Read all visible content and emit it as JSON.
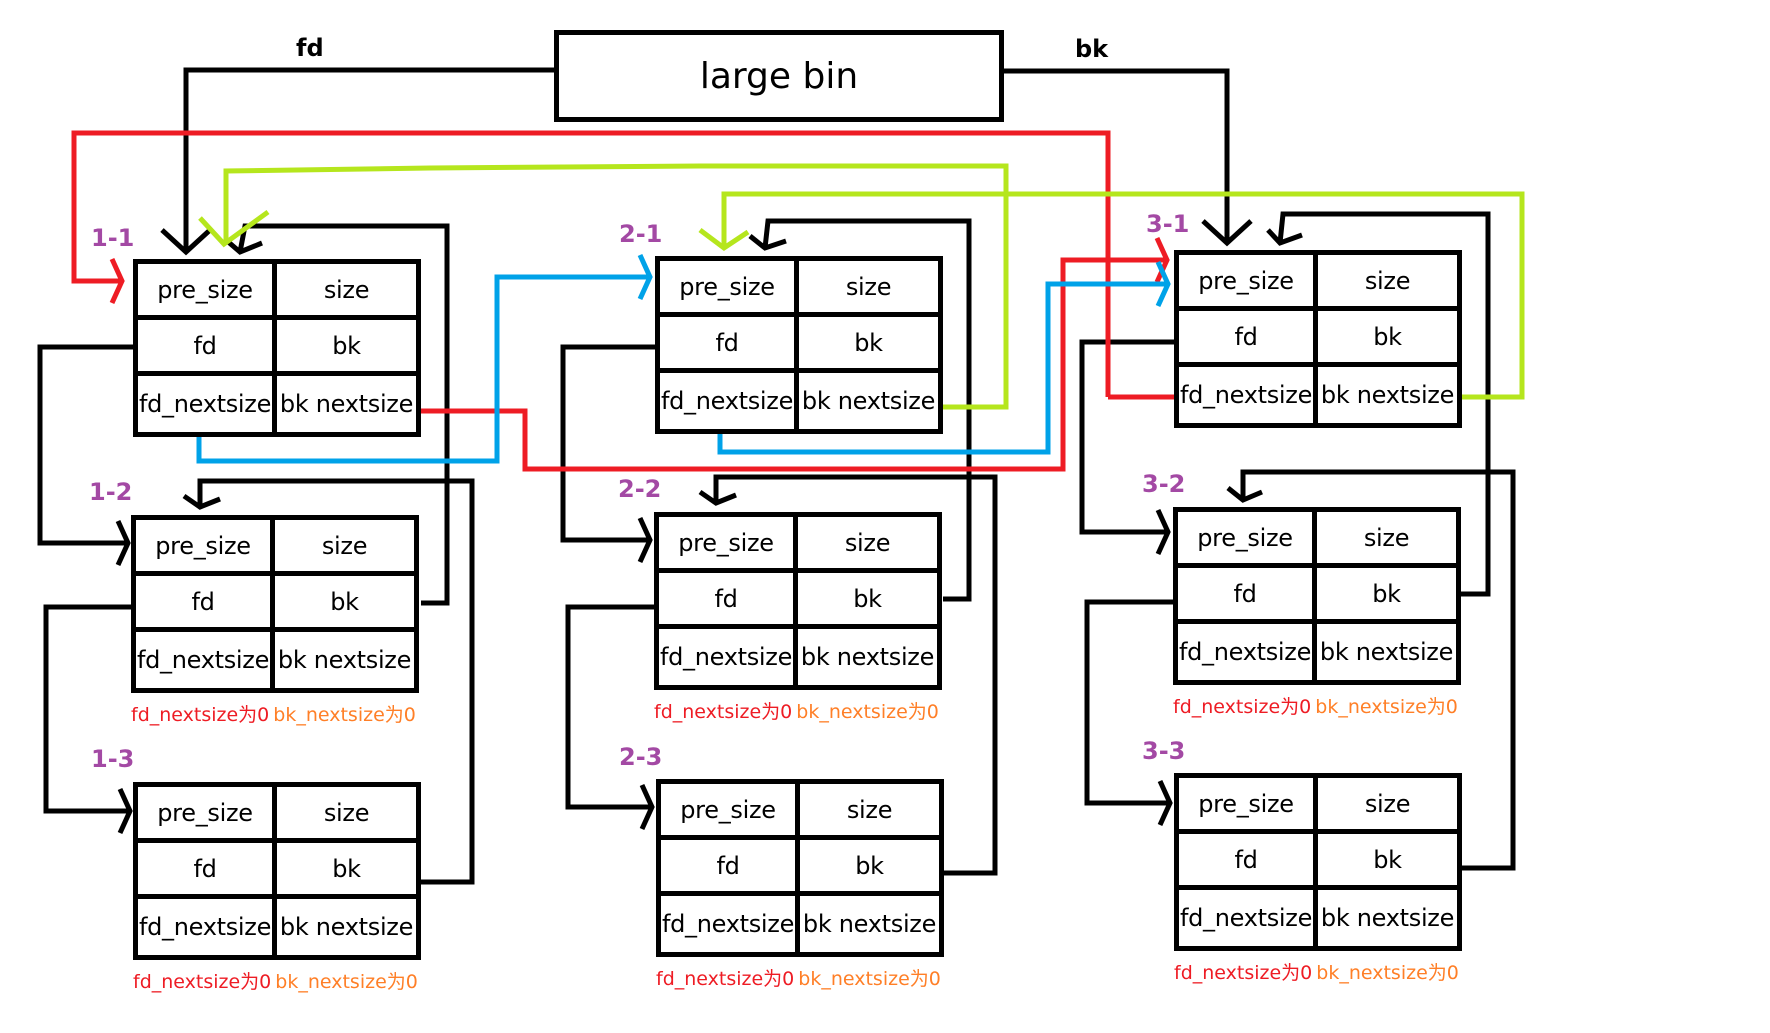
{
  "title": "large bin",
  "pointers": {
    "fd": "fd",
    "bk": "bk"
  },
  "colors": {
    "wire": "#000000",
    "fd_nextsize_link": "#ee1c24",
    "bk_nextsize_link": "#b5e61d",
    "blue_link": "#00a2e8",
    "chunk_label": "#a349a4",
    "caption_fd": "#ee1c24",
    "caption_bk": "#ff7f27"
  },
  "fields": [
    "pre_size",
    "size",
    "fd",
    "bk",
    "fd_nextsize",
    "bk  nextsize"
  ],
  "chunks": [
    {
      "id": "1-1",
      "caption": null
    },
    {
      "id": "1-2",
      "caption": {
        "fd": "fd_nextsize为0",
        "bk": "bk_nextsize为0"
      }
    },
    {
      "id": "1-3",
      "caption": {
        "fd": "fd_nextsize为0",
        "bk": "bk_nextsize为0"
      }
    },
    {
      "id": "2-1",
      "caption": null
    },
    {
      "id": "2-2",
      "caption": {
        "fd": "fd_nextsize为0",
        "bk": "bk_nextsize为0"
      }
    },
    {
      "id": "2-3",
      "caption": {
        "fd": "fd_nextsize为0",
        "bk": "bk_nextsize为0"
      }
    },
    {
      "id": "3-1",
      "caption": null
    },
    {
      "id": "3-2",
      "caption": {
        "fd": "fd_nextsize为0",
        "bk": "bk_nextsize为0"
      }
    },
    {
      "id": "3-3",
      "caption": {
        "fd": "fd_nextsize为0",
        "bk": "bk_nextsize为0"
      }
    }
  ]
}
